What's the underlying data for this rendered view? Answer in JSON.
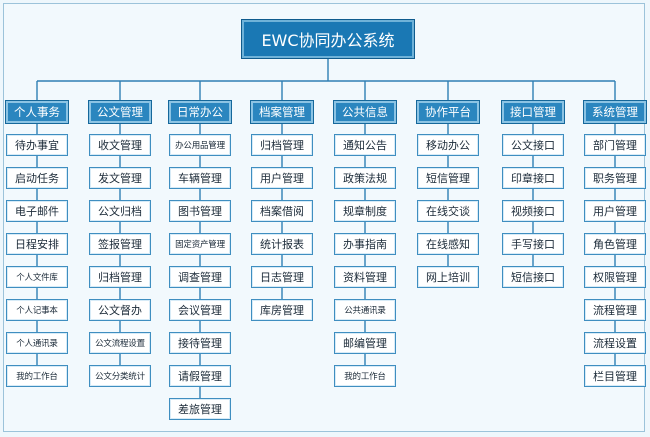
{
  "root": {
    "label": "EWC协同办公系统"
  },
  "columns": [
    {
      "key": "personal",
      "header": "个人事务",
      "items": [
        "待办事宜",
        "启动任务",
        "电子邮件",
        "日程安排",
        "个人文件库",
        "个人记事本",
        "个人通讯录",
        "我的工作台"
      ]
    },
    {
      "key": "document",
      "header": "公文管理",
      "items": [
        "收文管理",
        "发文管理",
        "公文归档",
        "签报管理",
        "归档管理",
        "公文督办",
        "公文流程设置",
        "公文分类统计"
      ]
    },
    {
      "key": "daily",
      "header": "日常办公",
      "items": [
        "办公用品管理",
        "车辆管理",
        "图书管理",
        "固定资产管理",
        "调查管理",
        "会议管理",
        "接待管理",
        "请假管理",
        "差旅管理"
      ]
    },
    {
      "key": "archive",
      "header": "档案管理",
      "items": [
        "归档管理",
        "用户管理",
        "档案借阅",
        "统计报表",
        "日志管理",
        "库房管理"
      ]
    },
    {
      "key": "public",
      "header": "公共信息",
      "items": [
        "通知公告",
        "政策法规",
        "规章制度",
        "办事指南",
        "资料管理",
        "公共通讯录",
        "邮编管理",
        "我的工作台"
      ]
    },
    {
      "key": "collab",
      "header": "协作平台",
      "items": [
        "移动办公",
        "短信管理",
        "在线交谈",
        "在线感知",
        "网上培训"
      ]
    },
    {
      "key": "interface",
      "header": "接口管理",
      "items": [
        "公文接口",
        "印章接口",
        "视频接口",
        "手写接口",
        "短信接口"
      ]
    },
    {
      "key": "system",
      "header": "系统管理",
      "items": [
        "部门管理",
        "职务管理",
        "用户管理",
        "角色管理",
        "权限管理",
        "流程管理",
        "流程设置",
        "栏目管理"
      ]
    }
  ],
  "colors": {
    "root_fill": "#1a78b4",
    "header_fill": "#2b86bf",
    "line": "#2f7fb3",
    "leaf_border": "#3f8ec0"
  }
}
